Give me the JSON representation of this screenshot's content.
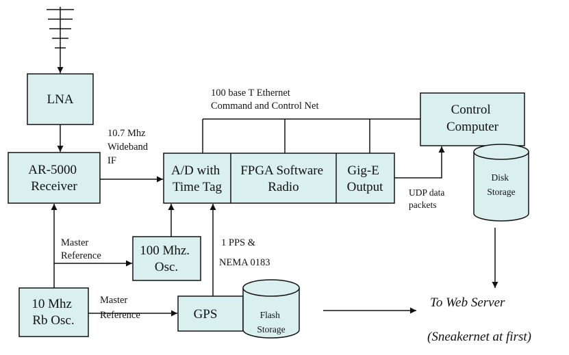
{
  "colors": {
    "box_fill": "#daf0ef",
    "line": "#111111",
    "text": "#111111",
    "background": "#ffffff"
  },
  "icons": {
    "antenna": "antenna-icon",
    "disk": "disk-storage-icon",
    "flash": "flash-storage-icon"
  },
  "blocks": {
    "lna": "LNA",
    "receiver": [
      "AR-5000",
      "Receiver"
    ],
    "adc": [
      "A/D with",
      "Time Tag"
    ],
    "fpga": [
      "FPGA Software",
      "Radio"
    ],
    "gige": [
      "Gig-E",
      "Output"
    ],
    "computer": [
      "Control",
      "Computer"
    ],
    "disk": [
      "Disk",
      "Storage"
    ],
    "osc100": [
      "100 Mhz.",
      "Osc."
    ],
    "rb": [
      "10 Mhz",
      "Rb Osc."
    ],
    "gps": "GPS",
    "flash": [
      "Flash",
      "Storage"
    ]
  },
  "labels": {
    "ethernet": [
      "100 base T Ethernet",
      "Command and Control Net"
    ],
    "if": [
      "10.7 Mhz",
      "Wideband",
      "IF"
    ],
    "udp": [
      "UDP data",
      "packets"
    ],
    "master_ref_1": [
      "Master",
      "Reference"
    ],
    "master_ref_2": [
      "Master",
      "Reference"
    ],
    "pps": "1 PPS &",
    "nema": "NEMA 0183",
    "web_server": "To Web Server",
    "sneakernet": "(Sneakernet at first)"
  }
}
